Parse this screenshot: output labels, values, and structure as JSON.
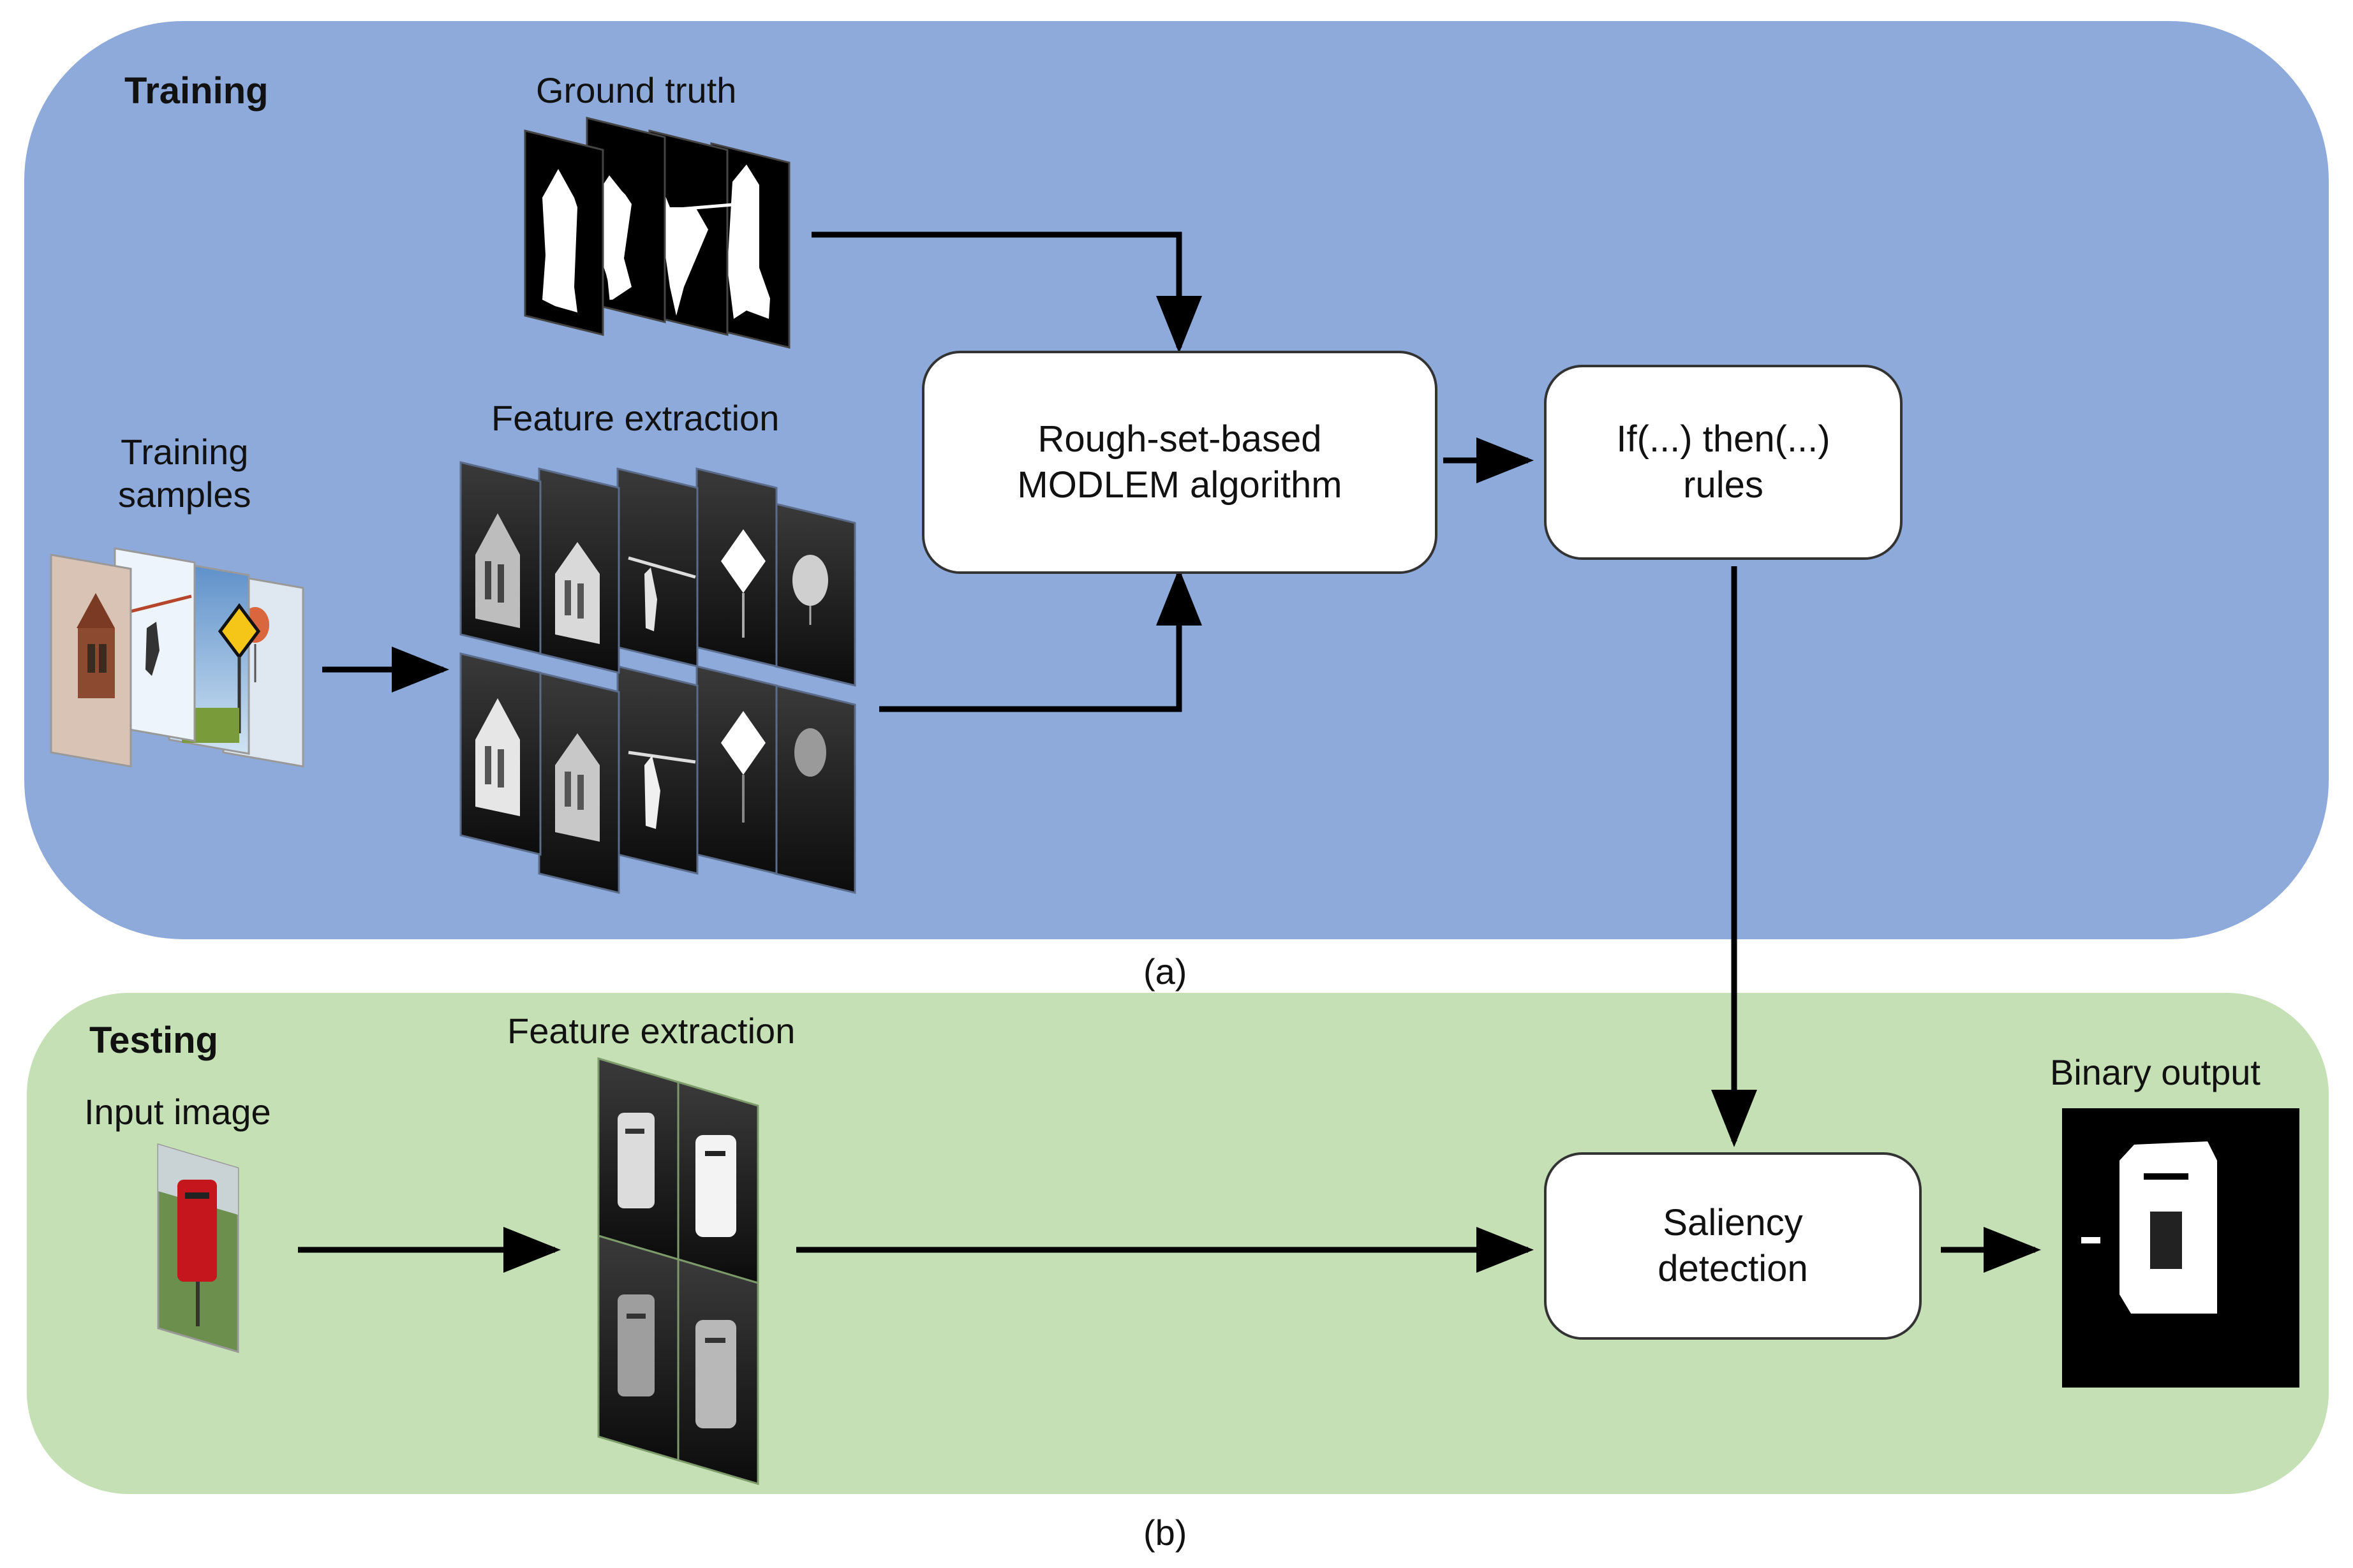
{
  "training": {
    "title": "Training",
    "ground_truth_label": "Ground truth",
    "samples_label_line1": "Training",
    "samples_label_line2": "samples",
    "feature_extraction_label": "Feature extraction",
    "modlem_line1": "Rough-set-based",
    "modlem_line2": "MODLEM algorithm",
    "rules_line1": "If(...) then(...)",
    "rules_line2": "rules",
    "caption": "(a)"
  },
  "testing": {
    "title": "Testing",
    "input_label": "Input image",
    "feature_extraction_label": "Feature extraction",
    "saliency_line1": "Saliency",
    "saliency_line2": "detection",
    "binary_output_label": "Binary output",
    "caption": "(b)"
  },
  "colors": {
    "training_panel": "#8eaadb",
    "testing_panel": "#c5e0b4",
    "box_fill": "#ffffff",
    "arrow": "#000000"
  },
  "icons": [
    "arrow-right-icon",
    "arrow-down-icon",
    "arrow-up-icon"
  ]
}
